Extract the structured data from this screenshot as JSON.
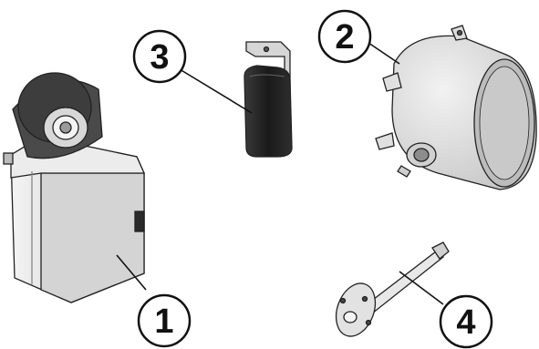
{
  "diagram": {
    "callouts": [
      {
        "id": "actuator",
        "label": "1"
      },
      {
        "id": "canister",
        "label": "2"
      },
      {
        "id": "bracket-block",
        "label": "3"
      },
      {
        "id": "shaft",
        "label": "4"
      }
    ]
  },
  "colors": {
    "outline": "#222222",
    "light_gray": "#e6e6e6",
    "mid_gray": "#bdbdbd",
    "dark_gray": "#555555",
    "black_part": "#1f1f1f",
    "background": "#ffffff"
  }
}
